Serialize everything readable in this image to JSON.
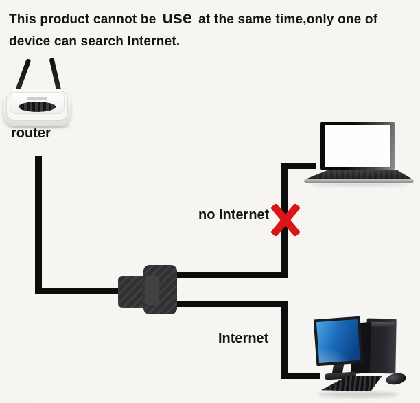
{
  "title": {
    "line1_prefix": "This product cannot be",
    "line1_emphasis": "use",
    "line1_suffix": "at the same time,only one of",
    "line2": "device can search Internet."
  },
  "labels": {
    "router": "router",
    "no_internet": "no Internet",
    "internet": "Internet"
  },
  "colors": {
    "background": "#f6f5f2",
    "ink": "#141414",
    "cable": "#0d0d0d",
    "cross": "#da1616",
    "splitter": "#313134",
    "monitor_blue": "#1b6cba"
  }
}
